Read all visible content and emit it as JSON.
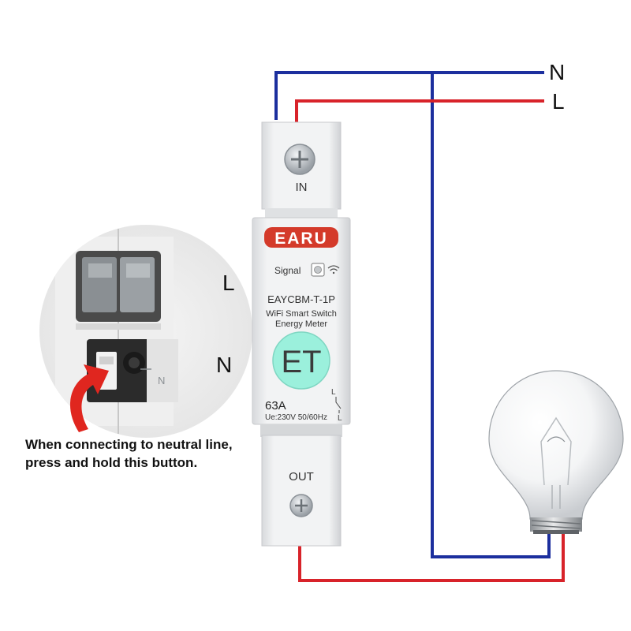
{
  "colors": {
    "neutral_wire": "#1c2f9e",
    "live_wire": "#d8232a",
    "brand": "#d43a2a",
    "button": "#9bf0dc",
    "arrow": "#e0261f"
  },
  "labels": {
    "neutral_right": "N",
    "live_right": "L",
    "inset_live": "L",
    "inset_neutral": "N",
    "inset_terminal_mark": "N"
  },
  "breaker": {
    "brand": "EARU",
    "signal_label": "Signal",
    "model": "EAYCBM-T-1P",
    "desc_line1": "WiFi Smart Switch",
    "desc_line2": "Energy Meter",
    "button_logo": "ET",
    "rating": "63A",
    "voltage": "Ue:230V 50/60Hz",
    "terminal_in": "IN",
    "terminal_out": "OUT",
    "switch_mark": "L",
    "switch_mark_bottom": "L"
  },
  "icons": {
    "signal": "wifi-icon",
    "led": "led-indicator-icon",
    "screw": "screw-terminal-icon",
    "bulb": "light-bulb-icon",
    "arrow": "curved-arrow-icon"
  },
  "instruction": {
    "line1": "When connecting to neutral line,",
    "line2": "press and hold this button."
  }
}
